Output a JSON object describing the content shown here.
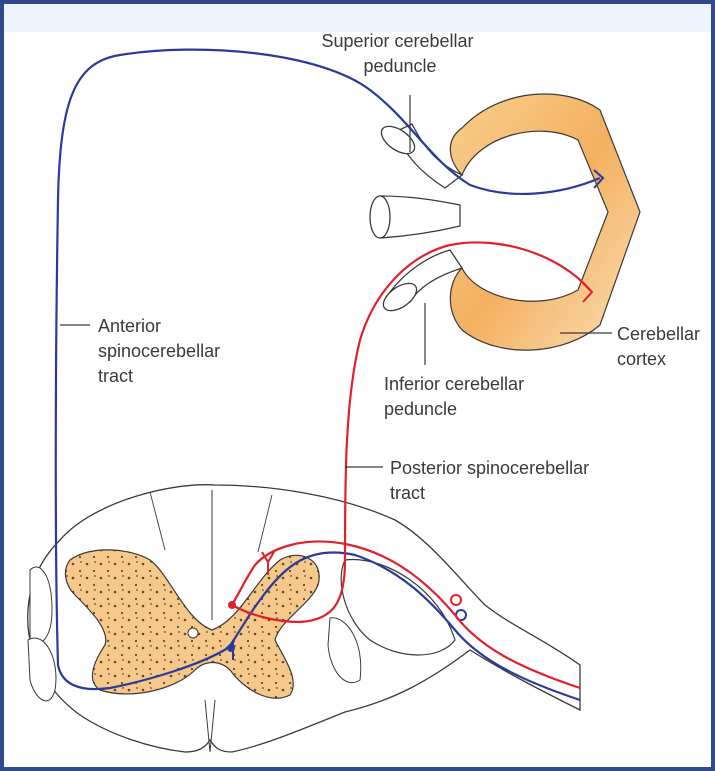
{
  "labels": {
    "superior_peduncle": [
      "Superior cerebellar",
      "peduncle"
    ],
    "inferior_peduncle": [
      "Inferior cerebellar",
      "peduncle"
    ],
    "cerebellar_cortex": [
      "Cerebellar",
      "cortex"
    ],
    "anterior_tract": [
      "Anterior",
      "spinocerebellar",
      "tract"
    ],
    "posterior_tract": [
      "Posterior spinocerebellar",
      "tract"
    ]
  },
  "colors": {
    "frame": "#2e4a8c",
    "anterior_tract": "#2b3a9b",
    "posterior_tract": "#e0202a",
    "grey_matter": "#f6c98a",
    "cortex": "#f5b868",
    "outline": "#3a3a3a"
  }
}
